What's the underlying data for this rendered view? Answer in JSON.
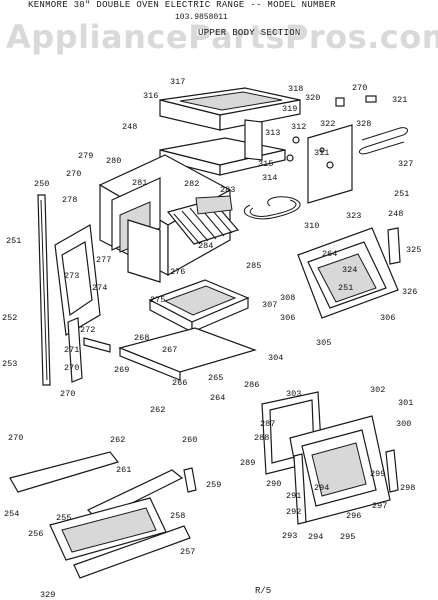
{
  "header": {
    "title": "KENMORE 30\" DOUBLE OVEN ELECTRIC RANGE -- MODEL NUMBER",
    "model_number": "103.9858011",
    "section": "UPPER BODY SECTION"
  },
  "watermark": "AppliancePartsPros.com",
  "revision": "R/5",
  "callouts": [
    {
      "id": "c317",
      "label": "317"
    },
    {
      "id": "c318",
      "label": "318"
    },
    {
      "id": "c270a",
      "label": "270"
    },
    {
      "id": "c316",
      "label": "316"
    },
    {
      "id": "c320",
      "label": "320"
    },
    {
      "id": "c321",
      "label": "321"
    },
    {
      "id": "c319",
      "label": "319"
    },
    {
      "id": "c248a",
      "label": "248"
    },
    {
      "id": "c313",
      "label": "313"
    },
    {
      "id": "c312",
      "label": "312"
    },
    {
      "id": "c322",
      "label": "322"
    },
    {
      "id": "c328",
      "label": "328"
    },
    {
      "id": "c279",
      "label": "279"
    },
    {
      "id": "c280",
      "label": "280"
    },
    {
      "id": "c315",
      "label": "315"
    },
    {
      "id": "c311",
      "label": "311"
    },
    {
      "id": "c327",
      "label": "327"
    },
    {
      "id": "c270b",
      "label": "270"
    },
    {
      "id": "c314",
      "label": "314"
    },
    {
      "id": "c281",
      "label": "281"
    },
    {
      "id": "c282",
      "label": "282"
    },
    {
      "id": "c251a",
      "label": "251"
    },
    {
      "id": "c250",
      "label": "250"
    },
    {
      "id": "c283",
      "label": "283"
    },
    {
      "id": "c278",
      "label": "278"
    },
    {
      "id": "c310",
      "label": "310"
    },
    {
      "id": "c323",
      "label": "323"
    },
    {
      "id": "c248b",
      "label": "248"
    },
    {
      "id": "c284",
      "label": "284"
    },
    {
      "id": "c325",
      "label": "325"
    },
    {
      "id": "c251b",
      "label": "251"
    },
    {
      "id": "c277",
      "label": "277"
    },
    {
      "id": "c264",
      "label": "264"
    },
    {
      "id": "c273",
      "label": "273"
    },
    {
      "id": "c276",
      "label": "276"
    },
    {
      "id": "c285",
      "label": "285"
    },
    {
      "id": "c324",
      "label": "324"
    },
    {
      "id": "c274",
      "label": "274"
    },
    {
      "id": "c251c",
      "label": "251"
    },
    {
      "id": "c326",
      "label": "326"
    },
    {
      "id": "c252",
      "label": "252"
    },
    {
      "id": "c308",
      "label": "308"
    },
    {
      "id": "c275",
      "label": "275"
    },
    {
      "id": "c307",
      "label": "307"
    },
    {
      "id": "c306a",
      "label": "306"
    },
    {
      "id": "c306b",
      "label": "306"
    },
    {
      "id": "c272",
      "label": "272"
    },
    {
      "id": "c268",
      "label": "268"
    },
    {
      "id": "c305",
      "label": "305"
    },
    {
      "id": "c271",
      "label": "271"
    },
    {
      "id": "c267",
      "label": "267"
    },
    {
      "id": "c304",
      "label": "304"
    },
    {
      "id": "c253",
      "label": "253"
    },
    {
      "id": "c270c",
      "label": "270"
    },
    {
      "id": "c269",
      "label": "269"
    },
    {
      "id": "c265",
      "label": "265"
    },
    {
      "id": "c266",
      "label": "266"
    },
    {
      "id": "c286",
      "label": "286"
    },
    {
      "id": "c302",
      "label": "302"
    },
    {
      "id": "c270d",
      "label": "270"
    },
    {
      "id": "c264b",
      "label": "264"
    },
    {
      "id": "c303",
      "label": "303"
    },
    {
      "id": "c301",
      "label": "301"
    },
    {
      "id": "c262a",
      "label": "262"
    },
    {
      "id": "c300",
      "label": "300"
    },
    {
      "id": "c287",
      "label": "287"
    },
    {
      "id": "c288",
      "label": "288"
    },
    {
      "id": "c270e",
      "label": "270"
    },
    {
      "id": "c262b",
      "label": "262"
    },
    {
      "id": "c260",
      "label": "260"
    },
    {
      "id": "c289",
      "label": "289"
    },
    {
      "id": "c299",
      "label": "299"
    },
    {
      "id": "c261",
      "label": "261"
    },
    {
      "id": "c259",
      "label": "259"
    },
    {
      "id": "c290",
      "label": "290"
    },
    {
      "id": "c298",
      "label": "298"
    },
    {
      "id": "c291",
      "label": "291"
    },
    {
      "id": "c294a",
      "label": "294"
    },
    {
      "id": "c297",
      "label": "297"
    },
    {
      "id": "c254",
      "label": "254"
    },
    {
      "id": "c255",
      "label": "255"
    },
    {
      "id": "c258",
      "label": "258"
    },
    {
      "id": "c292",
      "label": "292"
    },
    {
      "id": "c296",
      "label": "296"
    },
    {
      "id": "c256",
      "label": "256"
    },
    {
      "id": "c293",
      "label": "293"
    },
    {
      "id": "c294b",
      "label": "294"
    },
    {
      "id": "c295",
      "label": "295"
    },
    {
      "id": "c257",
      "label": "257"
    },
    {
      "id": "c329",
      "label": "329"
    }
  ]
}
